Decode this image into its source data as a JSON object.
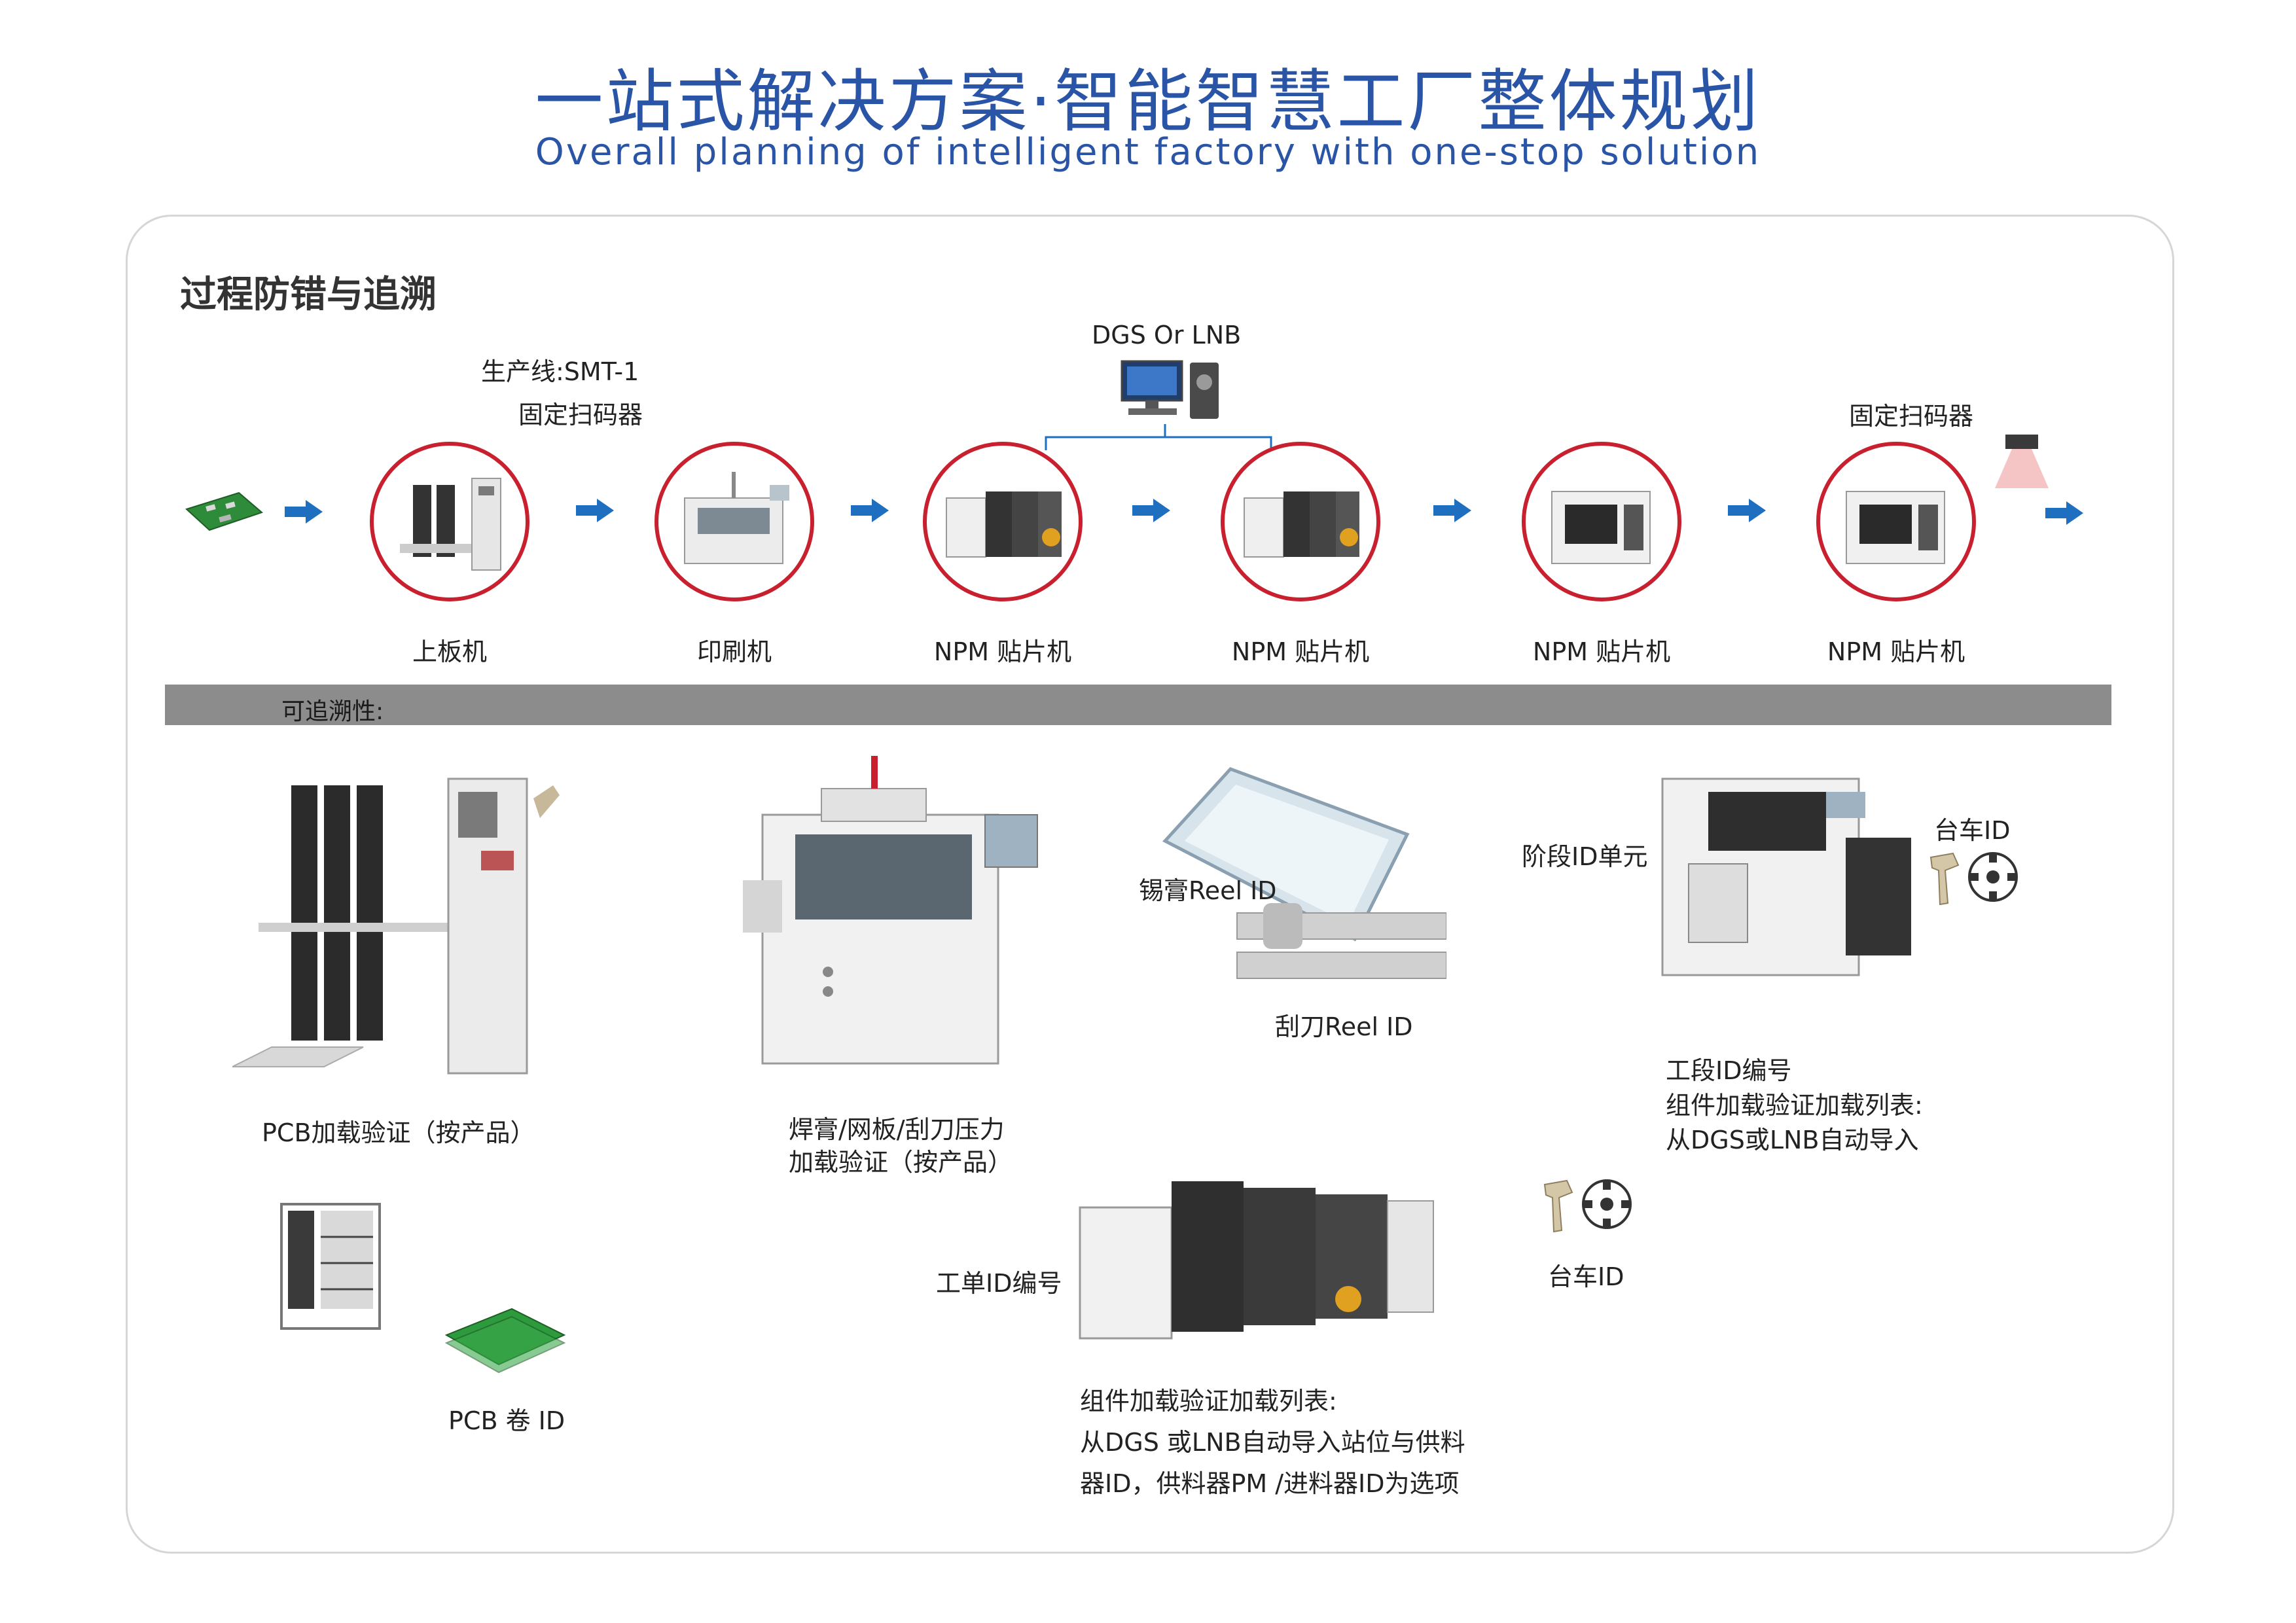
{
  "header": {
    "title_cn": "一站式解决方案·智能智慧工厂整体规划",
    "title_en": "Overall planning of intelligent factory with one-stop solution"
  },
  "section": {
    "title": "过程防错与追溯"
  },
  "flow": {
    "top_labels": {
      "line": "生产线:SMT-1",
      "scanner_left": "固定扫码器",
      "dgs": "DGS Or LNB",
      "scanner_right": "固定扫码器"
    },
    "stations": [
      {
        "label": "上板机"
      },
      {
        "label": "印刷机"
      },
      {
        "label": "NPM 贴片机"
      },
      {
        "label": "NPM 贴片机"
      },
      {
        "label": "NPM 贴片机"
      },
      {
        "label": "NPM 贴片机"
      }
    ]
  },
  "traceability": {
    "bar_label": "可追溯性:",
    "loader_label": "PCB加载验证（按产品）",
    "pcb_roll_label": "PCB 卷 ID",
    "printer_label_1": "焊膏/网板/刮刀压力",
    "printer_label_2": "加载验证（按产品）",
    "solder_reel": "锡膏Reel ID",
    "squeegee_reel": "刮刀Reel ID",
    "stage_unit": "阶段ID单元",
    "cart_id_top": "台车ID",
    "process_id_1": "工段ID编号",
    "process_id_2": "组件加载验证加载列表:",
    "process_id_3": "从DGS或LNB自动导入",
    "work_order": "工单ID编号",
    "cart_id_bottom": "台车ID",
    "component_1": "组件加载验证加载列表:",
    "component_2": "从DGS 或LNB自动导入站位与供料",
    "component_3": "器ID，供料器PM /进料器ID为选项"
  },
  "colors": {
    "title_blue": "#2a55a6",
    "circle_red": "#c8202e",
    "arrow_blue": "#1e6fc0",
    "bar_grey": "#8c8c8c"
  }
}
